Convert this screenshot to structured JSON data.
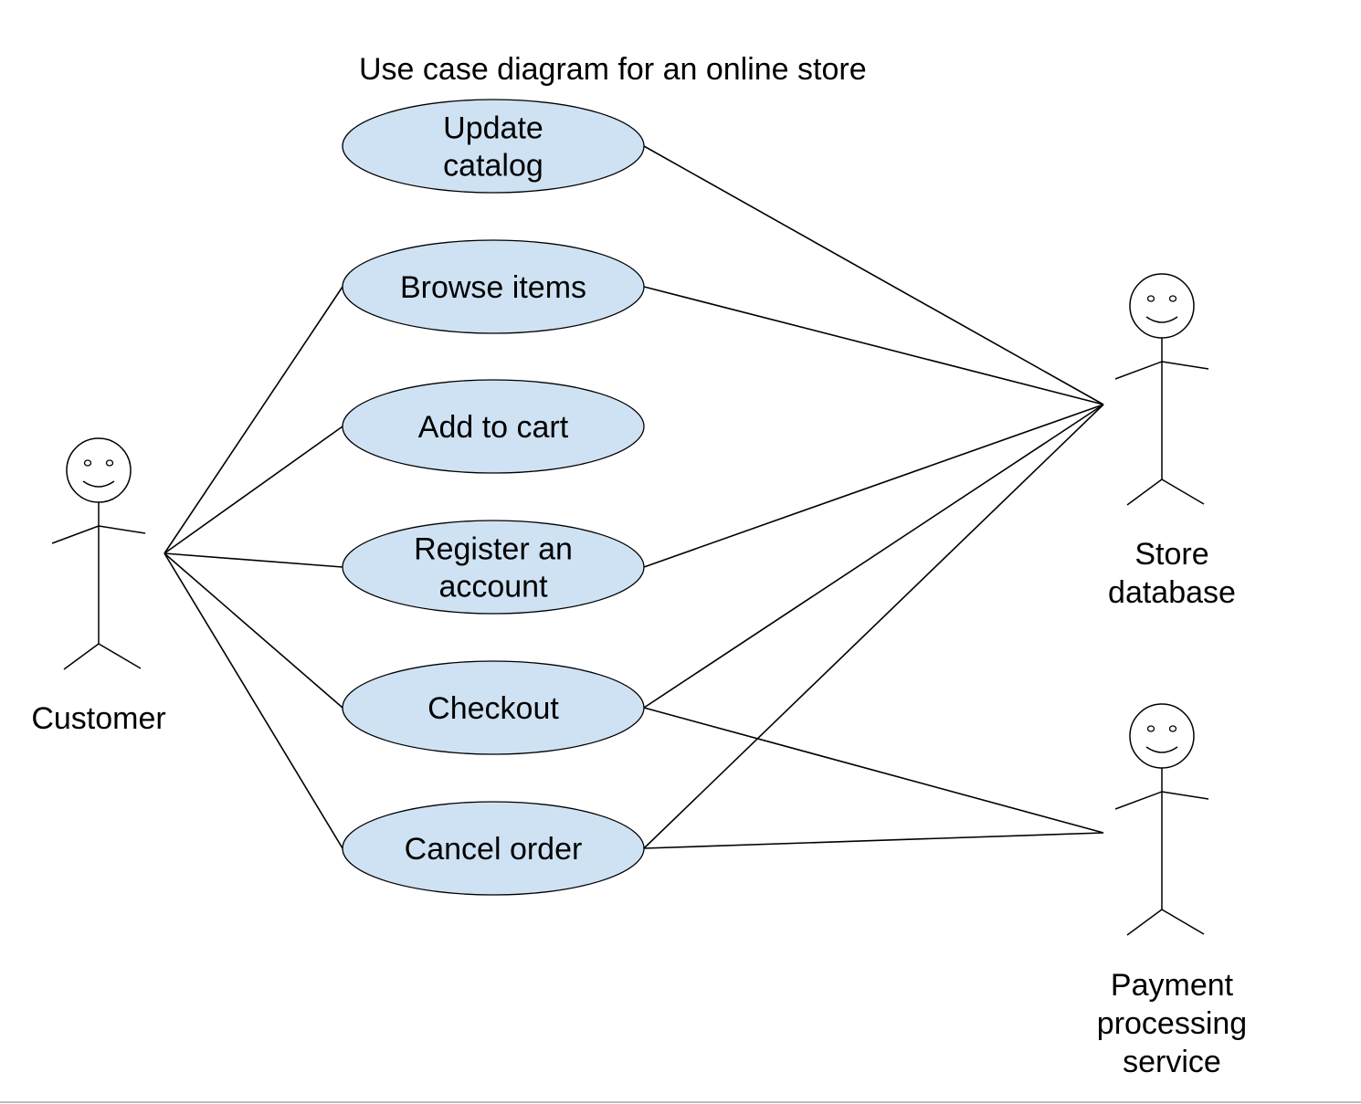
{
  "title": "Use case diagram for an online store",
  "colors": {
    "use_case_fill": "#cfe2f3",
    "stroke": "#000000",
    "background": "#ffffff"
  },
  "actors": [
    {
      "id": "customer",
      "lines": [
        "Customer"
      ]
    },
    {
      "id": "store_database",
      "lines": [
        "Store",
        "database"
      ]
    },
    {
      "id": "payment_service",
      "lines": [
        "Payment",
        "processing",
        "service"
      ]
    }
  ],
  "use_cases": [
    {
      "id": "update_catalog",
      "lines": [
        "Update",
        "catalog"
      ]
    },
    {
      "id": "browse_items",
      "lines": [
        "Browse items"
      ]
    },
    {
      "id": "add_to_cart",
      "lines": [
        "Add to cart"
      ]
    },
    {
      "id": "register_account",
      "lines": [
        "Register an",
        "account"
      ]
    },
    {
      "id": "checkout",
      "lines": [
        "Checkout"
      ]
    },
    {
      "id": "cancel_order",
      "lines": [
        "Cancel order"
      ]
    }
  ],
  "associations": [
    {
      "actor": "customer",
      "use_case": "browse_items"
    },
    {
      "actor": "customer",
      "use_case": "add_to_cart"
    },
    {
      "actor": "customer",
      "use_case": "register_account"
    },
    {
      "actor": "customer",
      "use_case": "checkout"
    },
    {
      "actor": "customer",
      "use_case": "cancel_order"
    },
    {
      "actor": "store_database",
      "use_case": "update_catalog"
    },
    {
      "actor": "store_database",
      "use_case": "browse_items"
    },
    {
      "actor": "store_database",
      "use_case": "register_account"
    },
    {
      "actor": "store_database",
      "use_case": "checkout"
    },
    {
      "actor": "store_database",
      "use_case": "cancel_order"
    },
    {
      "actor": "payment_service",
      "use_case": "checkout"
    },
    {
      "actor": "payment_service",
      "use_case": "cancel_order"
    }
  ]
}
